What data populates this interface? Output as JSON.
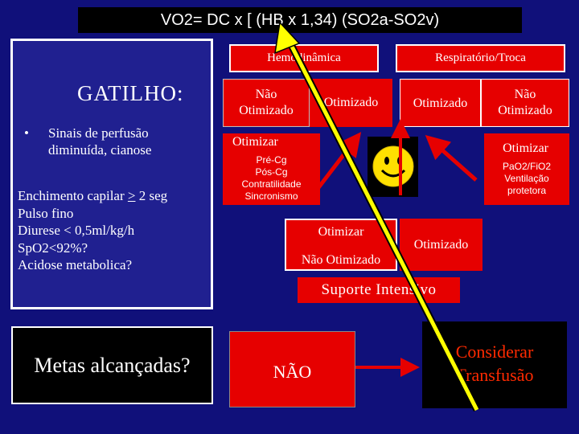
{
  "formula": {
    "prefix": "VO2= DC x [ (",
    "hb": "HB",
    "suffix": " x 1,34) (SO2a-SO2v)"
  },
  "left_panel": {
    "title": "GATILHO:",
    "bullet_symbol": "•",
    "bullet_text_1": "Sinais de perfusão",
    "bullet_text_2": "diminuída, cianose",
    "items_before_sym": "Enchimento capilar ",
    "items_sym": ">",
    "items_after_sym": " 2 seg",
    "items": [
      "Pulso fino",
      "Diurese < 0,5ml/kg/h",
      "SpO2<92%?",
      "Acidose metabolica?"
    ]
  },
  "metas": "Metas alcançadas?",
  "hemodinamica": "Hemodinâmica",
  "respiratorio": "Respiratório/Troca",
  "nao_otimizado_left_1": "Não",
  "nao_otimizado_left_2": "Otimizado",
  "otimizado_left": "Otimizado",
  "otimizado_right": "Otimizado",
  "nao_otimizado_right_1": "Não",
  "nao_otimizado_right_2": "Otimizado",
  "otimizar_left": {
    "title": "Otimizar",
    "items": [
      "Pré-Cg",
      "Pós-Cg",
      "Contratilidade",
      "Sincronismo"
    ]
  },
  "otimizar_right": {
    "title": "Otimizar",
    "items": [
      "PaO2/FiO2",
      "Ventilação",
      "protetora"
    ]
  },
  "mid_box": {
    "a": "Otimizar",
    "b": "Não Otimizado"
  },
  "otimizado_mid": "Otimizado",
  "suporte": "Suporte Intensivo",
  "nao": "NÃO",
  "considerar_1": "Considerar",
  "considerar_2": "Transfusão",
  "colors": {
    "red": "#e60000",
    "arrow_yellow": "#ffff00",
    "arrow_red": "#e60000",
    "smiley": "#ffe000"
  },
  "icons": [
    "smiley-face-icon",
    "yellow-pointer-arrow-icon",
    "red-arrow-icon"
  ]
}
